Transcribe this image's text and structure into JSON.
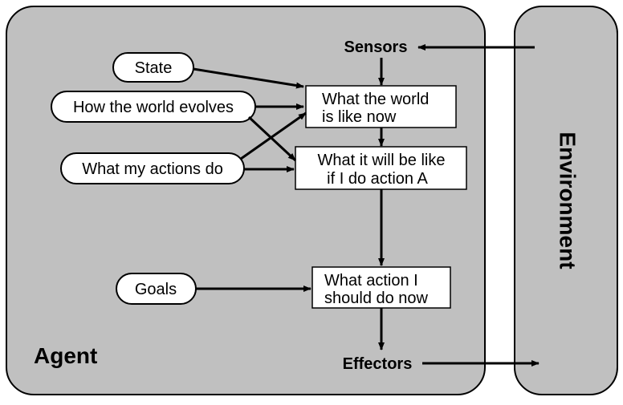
{
  "agent": {
    "label": "Agent",
    "sensors": "Sensors",
    "effectors": "Effectors",
    "ovals": {
      "state": "State",
      "world_evolves": "How the world evolves",
      "actions_do": "What my actions do",
      "goals": "Goals"
    },
    "boxes": {
      "world_now": [
        "What the world",
        "is like now"
      ],
      "will_be": [
        "What it will be like",
        "if I do action A"
      ],
      "action_now": [
        "What action I",
        "should do now"
      ]
    }
  },
  "environment": {
    "label": "Environment"
  }
}
